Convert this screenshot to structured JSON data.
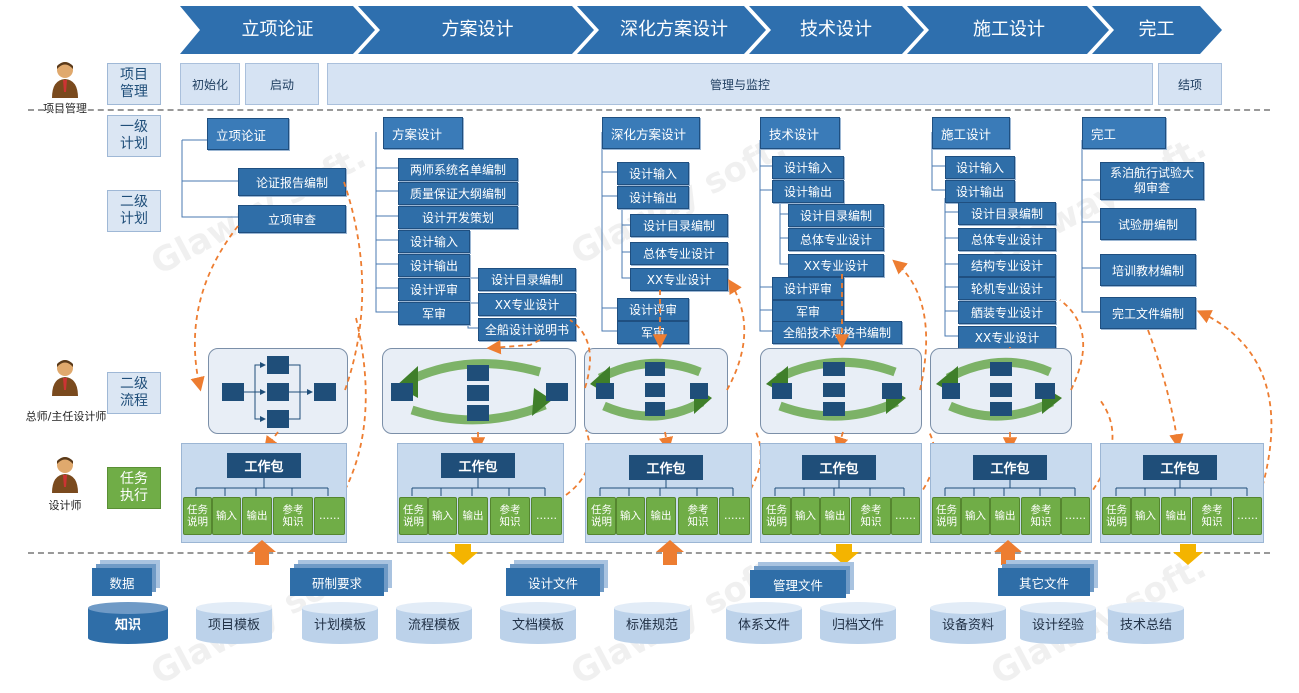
{
  "phases": [
    "立项论证",
    "方案设计",
    "深化方案设计",
    "技术设计",
    "施工设计",
    "完工"
  ],
  "row_labels": {
    "project_mgmt": "项目\n管理",
    "level1": "一级\n计划",
    "level2": "二级\n计划",
    "flow2": "二级\n流程",
    "task": "任务\n执行"
  },
  "roles": {
    "pm": "项目管理",
    "chief": "总师/主任设计师",
    "designer": "设计师"
  },
  "pm_bar": {
    "init": "初始化",
    "start": "启动",
    "monitor": "管理与监控",
    "close": "结项"
  },
  "plans": {
    "p1": {
      "l1": "立项论证",
      "items": [
        "论证报告编制",
        "立项审查"
      ]
    },
    "p2": {
      "l1": "方案设计",
      "items": [
        "两师系统名单编制",
        "质量保证大纲编制",
        "设计开发策划",
        "设计输入",
        "设计输出",
        "设计评审",
        "军审"
      ],
      "sub": [
        "设计目录编制",
        "XX专业设计",
        "全船设计说明书"
      ]
    },
    "p3": {
      "l1": "深化方案设计",
      "items": [
        "设计输入",
        "设计输出",
        "设计评审",
        "军审"
      ],
      "sub": [
        "设计目录编制",
        "总体专业设计",
        "XX专业设计"
      ]
    },
    "p4": {
      "l1": "技术设计",
      "items": [
        "设计输入",
        "设计输出",
        "设计评审",
        "军审",
        "全船技术规格书编制"
      ],
      "sub": [
        "设计目录编制",
        "总体专业设计",
        "XX专业设计"
      ]
    },
    "p5": {
      "l1": "施工设计",
      "items": [
        "设计输入",
        "设计输出"
      ],
      "sub": [
        "设计目录编制",
        "总体专业设计",
        "结构专业设计",
        "轮机专业设计",
        "舾装专业设计",
        "XX专业设计"
      ]
    },
    "p6": {
      "l1": "完工",
      "items": [
        "系泊航行试验大纲审查",
        "试验册编制",
        "培训教材编制",
        "完工文件编制"
      ]
    }
  },
  "workpack": {
    "title": "工作包",
    "cells": [
      "任务\n说明",
      "输入",
      "输出",
      "参考\n知识",
      "……"
    ]
  },
  "docs": [
    "数据",
    "研制要求",
    "设计文件",
    "管理文件",
    "其它文件"
  ],
  "knowledge": [
    "知识",
    "项目模板",
    "计划模板",
    "流程模板",
    "文档模板",
    "标准规范",
    "体系文件",
    "归档文件",
    "设备资料",
    "设计经验",
    "技术总结"
  ],
  "watermark": "Glaway soft.",
  "colors": {
    "chevron": "#2e6fae",
    "box_dark": "#2f6ea8",
    "green": "#70ad47",
    "orange": "#ed7d31",
    "navy": "#1f4e79"
  }
}
